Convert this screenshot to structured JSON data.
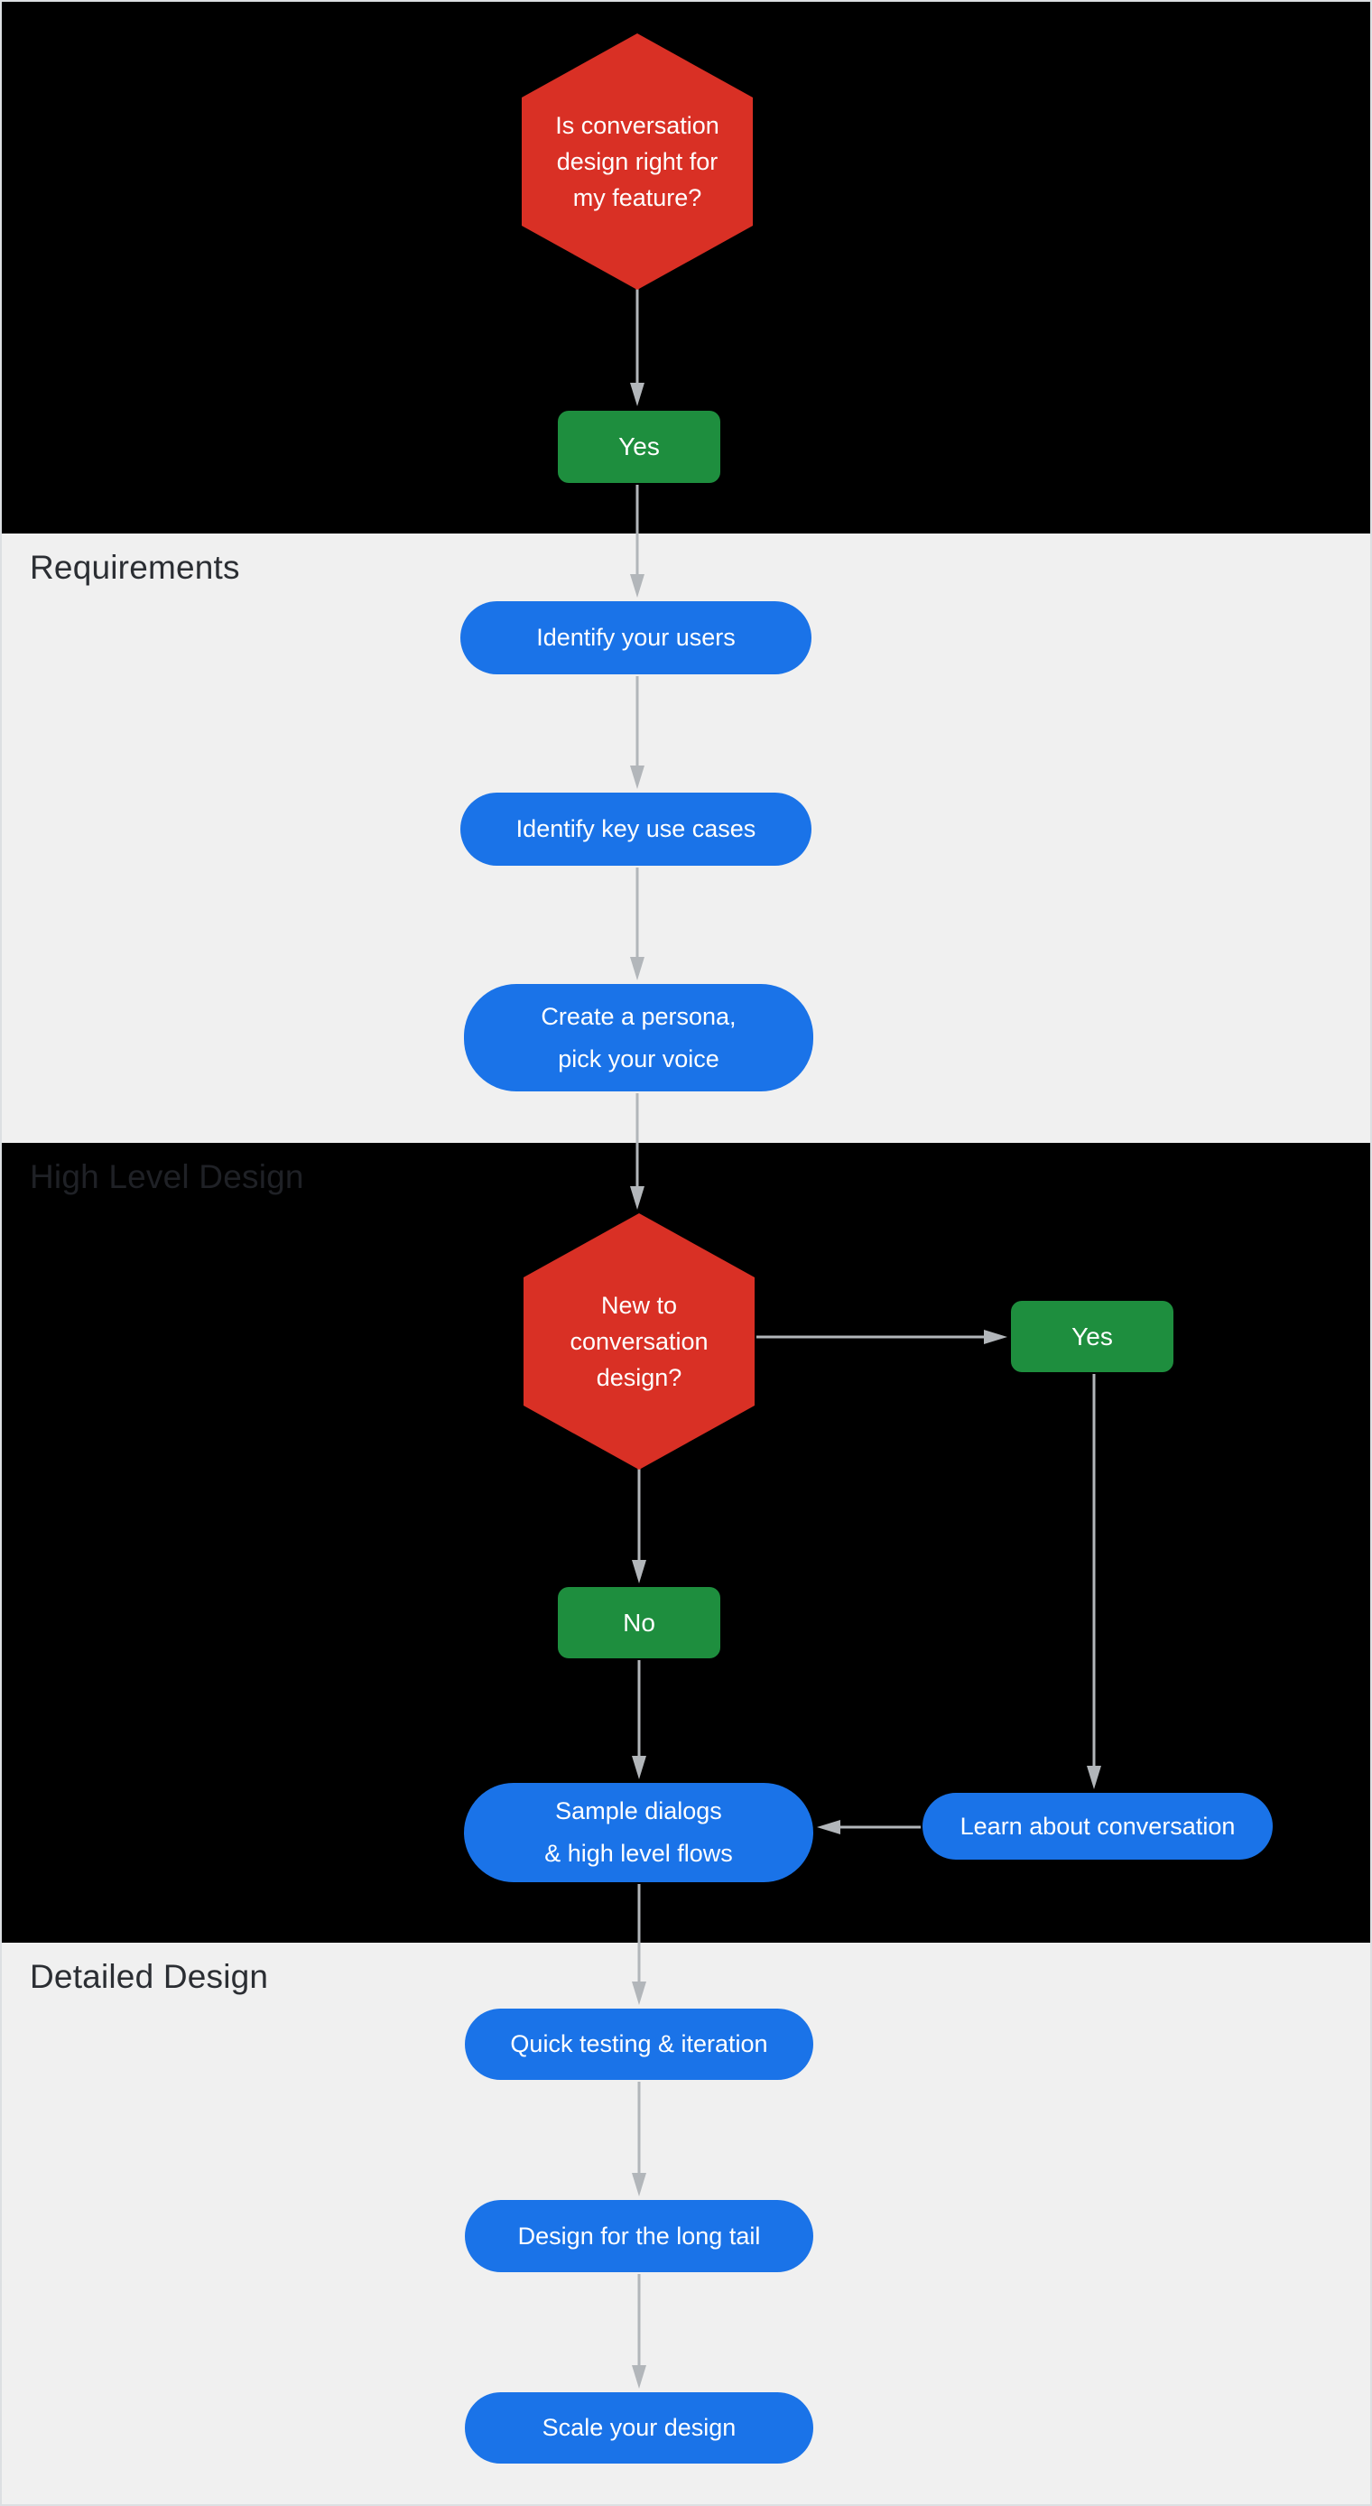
{
  "diagram": {
    "type": "flowchart",
    "topic": "Conversation design process",
    "colors": {
      "decision_hexagon": "#d93025",
      "answer_box": "#1e8e3e",
      "process_pill": "#1a73e8",
      "arrow": "#b2b6ba",
      "node_text": "#ffffff",
      "section_dark_bg": "#000000",
      "section_light_bg": "#f0f0f0",
      "section_label_text": "#2b2e33"
    }
  },
  "sections": [
    {
      "id": "intro",
      "label": ""
    },
    {
      "id": "requirements",
      "label": "Requirements"
    },
    {
      "id": "high-level-design",
      "label": "High Level Design"
    },
    {
      "id": "detailed-design",
      "label": "Detailed Design"
    }
  ],
  "nodes": {
    "decision1": {
      "type": "decision",
      "label": "Is conversation\ndesign right for\nmy feature?"
    },
    "yes1": {
      "type": "answer",
      "label": "Yes"
    },
    "identify_users": {
      "type": "process",
      "label": "Identify your users"
    },
    "identify_use_cases": {
      "type": "process",
      "label": "Identify key use cases"
    },
    "create_persona": {
      "type": "process",
      "label": "Create a persona,\npick your voice"
    },
    "decision2": {
      "type": "decision",
      "label": "New to\nconversation\ndesign?"
    },
    "yes2": {
      "type": "answer",
      "label": "Yes"
    },
    "no1": {
      "type": "answer",
      "label": "No"
    },
    "sample_dialogs": {
      "type": "process",
      "label": "Sample dialogs\n& high level flows"
    },
    "learn_conversation": {
      "type": "process",
      "label": "Learn about conversation"
    },
    "quick_testing": {
      "type": "process",
      "label": "Quick testing & iteration"
    },
    "long_tail": {
      "type": "process",
      "label": "Design for the long tail"
    },
    "scale_design": {
      "type": "process",
      "label": "Scale your design"
    }
  },
  "edges": [
    {
      "from": "decision1",
      "to": "yes1"
    },
    {
      "from": "yes1",
      "to": "identify_users"
    },
    {
      "from": "identify_users",
      "to": "identify_use_cases"
    },
    {
      "from": "identify_use_cases",
      "to": "create_persona"
    },
    {
      "from": "create_persona",
      "to": "decision2"
    },
    {
      "from": "decision2",
      "to": "yes2"
    },
    {
      "from": "decision2",
      "to": "no1"
    },
    {
      "from": "no1",
      "to": "sample_dialogs"
    },
    {
      "from": "yes2",
      "to": "learn_conversation"
    },
    {
      "from": "learn_conversation",
      "to": "sample_dialogs"
    },
    {
      "from": "sample_dialogs",
      "to": "quick_testing"
    },
    {
      "from": "quick_testing",
      "to": "long_tail"
    },
    {
      "from": "long_tail",
      "to": "scale_design"
    }
  ]
}
